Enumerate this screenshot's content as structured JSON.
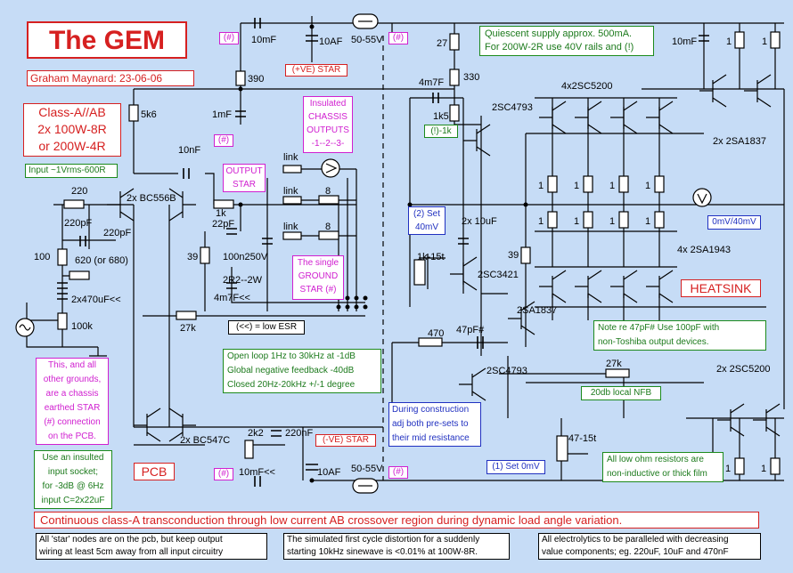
{
  "title": "The GEM",
  "author": "Graham Maynard: 23-06-06",
  "class_label": "Class-A//AB\n2x 100W-8R\nor 200W-4R",
  "input_label": "Input ~1Vrms-600R",
  "quiescent_note": "Quiescent supply approx. 500mA.\nFor 200W-2R use 40V rails and (!)",
  "insulated_outputs": "Insulated\nCHASSIS\nOUTPUTS\n-1--2--3-",
  "output_star": "OUTPUT\nSTAR",
  "ground_star": "The single\nGROUND\nSTAR (#)",
  "low_esr": "(<<) = low ESR",
  "chassis_note": "This, and all\nother grounds,\nare a chassis\nearthed STAR\n(#) connection\non the PCB.",
  "insulated_input": "Use an insulted\ninput socket;\nfor -3dB @ 6Hz\ninput C=2x22uF",
  "pcb": "PCB",
  "heatsink": "HEATSINK",
  "loop_note": "Open loop 1Hz to 30kHz at -1dB\nGlobal negative feedback -40dB\nClosed 20Hz-20kHz +/-1 degree",
  "construction_note": "During construction\nadj both pre-sets to\ntheir mid resistance",
  "set_0mv": "(1) Set 0mV",
  "set_40mv": "(2) Set\n40mV",
  "meter_label": "0mV/40mV",
  "note_47pf": "Note re 47pF#  Use 100pF with\nnon-Toshiba output devices.",
  "local_nfb": "20db local NFB",
  "low_ohm_note": "All low ohm resistors are\nnon-inductive or thick film",
  "pos_star": "(+VE) STAR",
  "neg_star": "(-VE) STAR",
  "exclam_1k": "(!)-1k",
  "hash": "(#)",
  "main_caption": "Continuous class-A transconduction through low current AB crossover region during dynamic load angle variation.",
  "footer": [
    "All 'star' nodes are on the pcb,  but keep output\nwiring at least 5cm away from all input circuitry",
    "The simulated first cycle distortion for a suddenly\nstarting 10kHz sinewave is  <0.01% at 100W-8R.",
    "All electrolytics to be paralleled with decreasing\nvalue components;  eg. 220uF, 10uF and 470nF"
  ],
  "components": {
    "c_10mf_top": "10mF",
    "c_10af_top": "10AF",
    "fuse_top": "50-55V",
    "r_390": "390",
    "c_1mf": "1mF",
    "r_5k6": "5k6",
    "c_10nf": "10nF",
    "q_bc556b": "2x BC556B",
    "r_220": "220",
    "c_220pf_a": "220pF",
    "c_220pf_b": "220pF",
    "r_100": "100",
    "r_620": "620 (or 680)",
    "c_2x470": "2x470uF<<",
    "r_100k": "100k",
    "r_1k": "1k",
    "c_22pf": "22pF",
    "r_39a": "39",
    "c_100n": "100n250V",
    "r_2r2": "2R2--2W",
    "c_4m7": "4m7F<<",
    "r_27k": "27k",
    "link1": "link",
    "link2": "link",
    "link3": "link",
    "r_8a": "8",
    "r_8b": "8",
    "r_27": "27",
    "r_330": "330",
    "c_4m7f": "4m7F",
    "r_1k5": "1k5",
    "q_2sc4793a": "2SC4793",
    "q_4x2sc5200": "4x2SC5200",
    "c_10mf_r": "10mF",
    "r_1a": "1",
    "r_1b": "1",
    "q_2x2sa1837": "2x 2SA1837",
    "r_o1": "1",
    "r_o2": "1",
    "r_o3": "1",
    "r_o4": "1",
    "r_o5": "1",
    "r_o6": "1",
    "r_o7": "1",
    "r_o8": "1",
    "c_2x10uf": "2x 10uF",
    "pot_1k": "1k-15t",
    "q_2sc3421": "2SC3421",
    "r_39b": "39",
    "q_2sa1837": "2SA1837",
    "q_4x2sa1943": "4x 2SA1943",
    "r_470": "470",
    "c_47pf": "47pF#",
    "q_2sc4793b": "2SC4793",
    "r_27k_b": "27k",
    "q_2x2sc5200": "2x 2SC5200",
    "q_bc547c": "2x BC547C",
    "r_2k2": "2k2",
    "c_220nf": "220nF",
    "c_10mf_bot": "10mF<<",
    "c_10af_bot": "10AF",
    "fuse_bot": "50-55V",
    "pot_47": "47-15t",
    "r_1c": "1",
    "r_1d": "1"
  }
}
